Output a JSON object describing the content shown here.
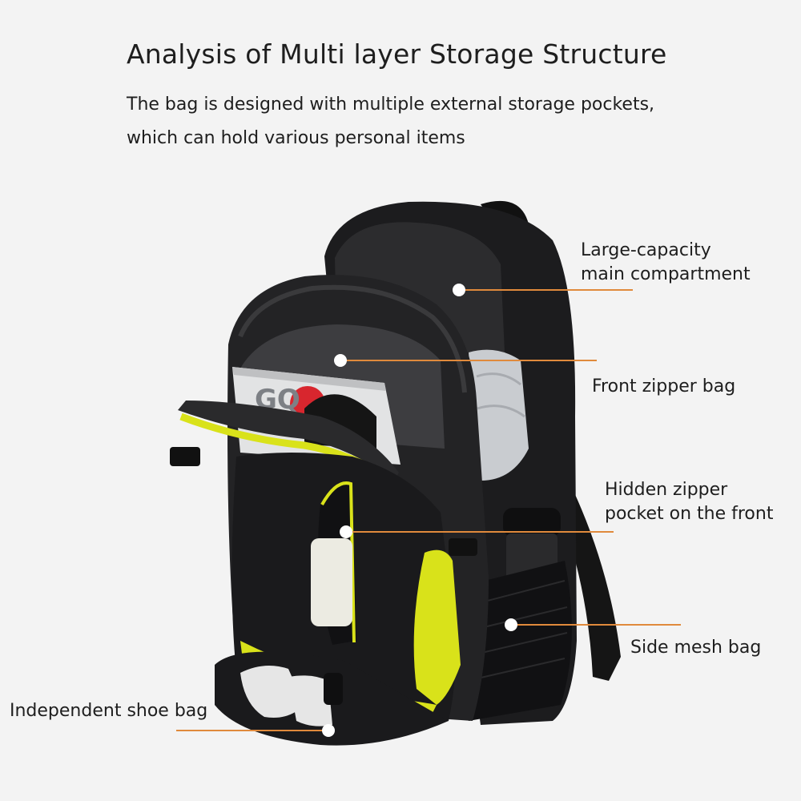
{
  "title": "Analysis of Multi layer Storage Structure",
  "subtitle": [
    "The bag is designed with multiple external storage pockets,",
    "which can hold various personal items"
  ],
  "callouts": {
    "main_compartment": [
      "Large-capacity",
      "main compartment"
    ],
    "front_zipper_bag": "Front zipper bag",
    "hidden_pocket": [
      "Hidden zipper",
      "pocket on the front"
    ],
    "side_mesh_bag": "Side mesh bag",
    "shoe_bag": "Independent shoe bag"
  },
  "magazine_logo": "GQ",
  "colors": {
    "background": "#f3f3f3",
    "bag_body": "#1c1c1e",
    "accent": "#d9e21a",
    "leader_line": "#e08a3c"
  }
}
